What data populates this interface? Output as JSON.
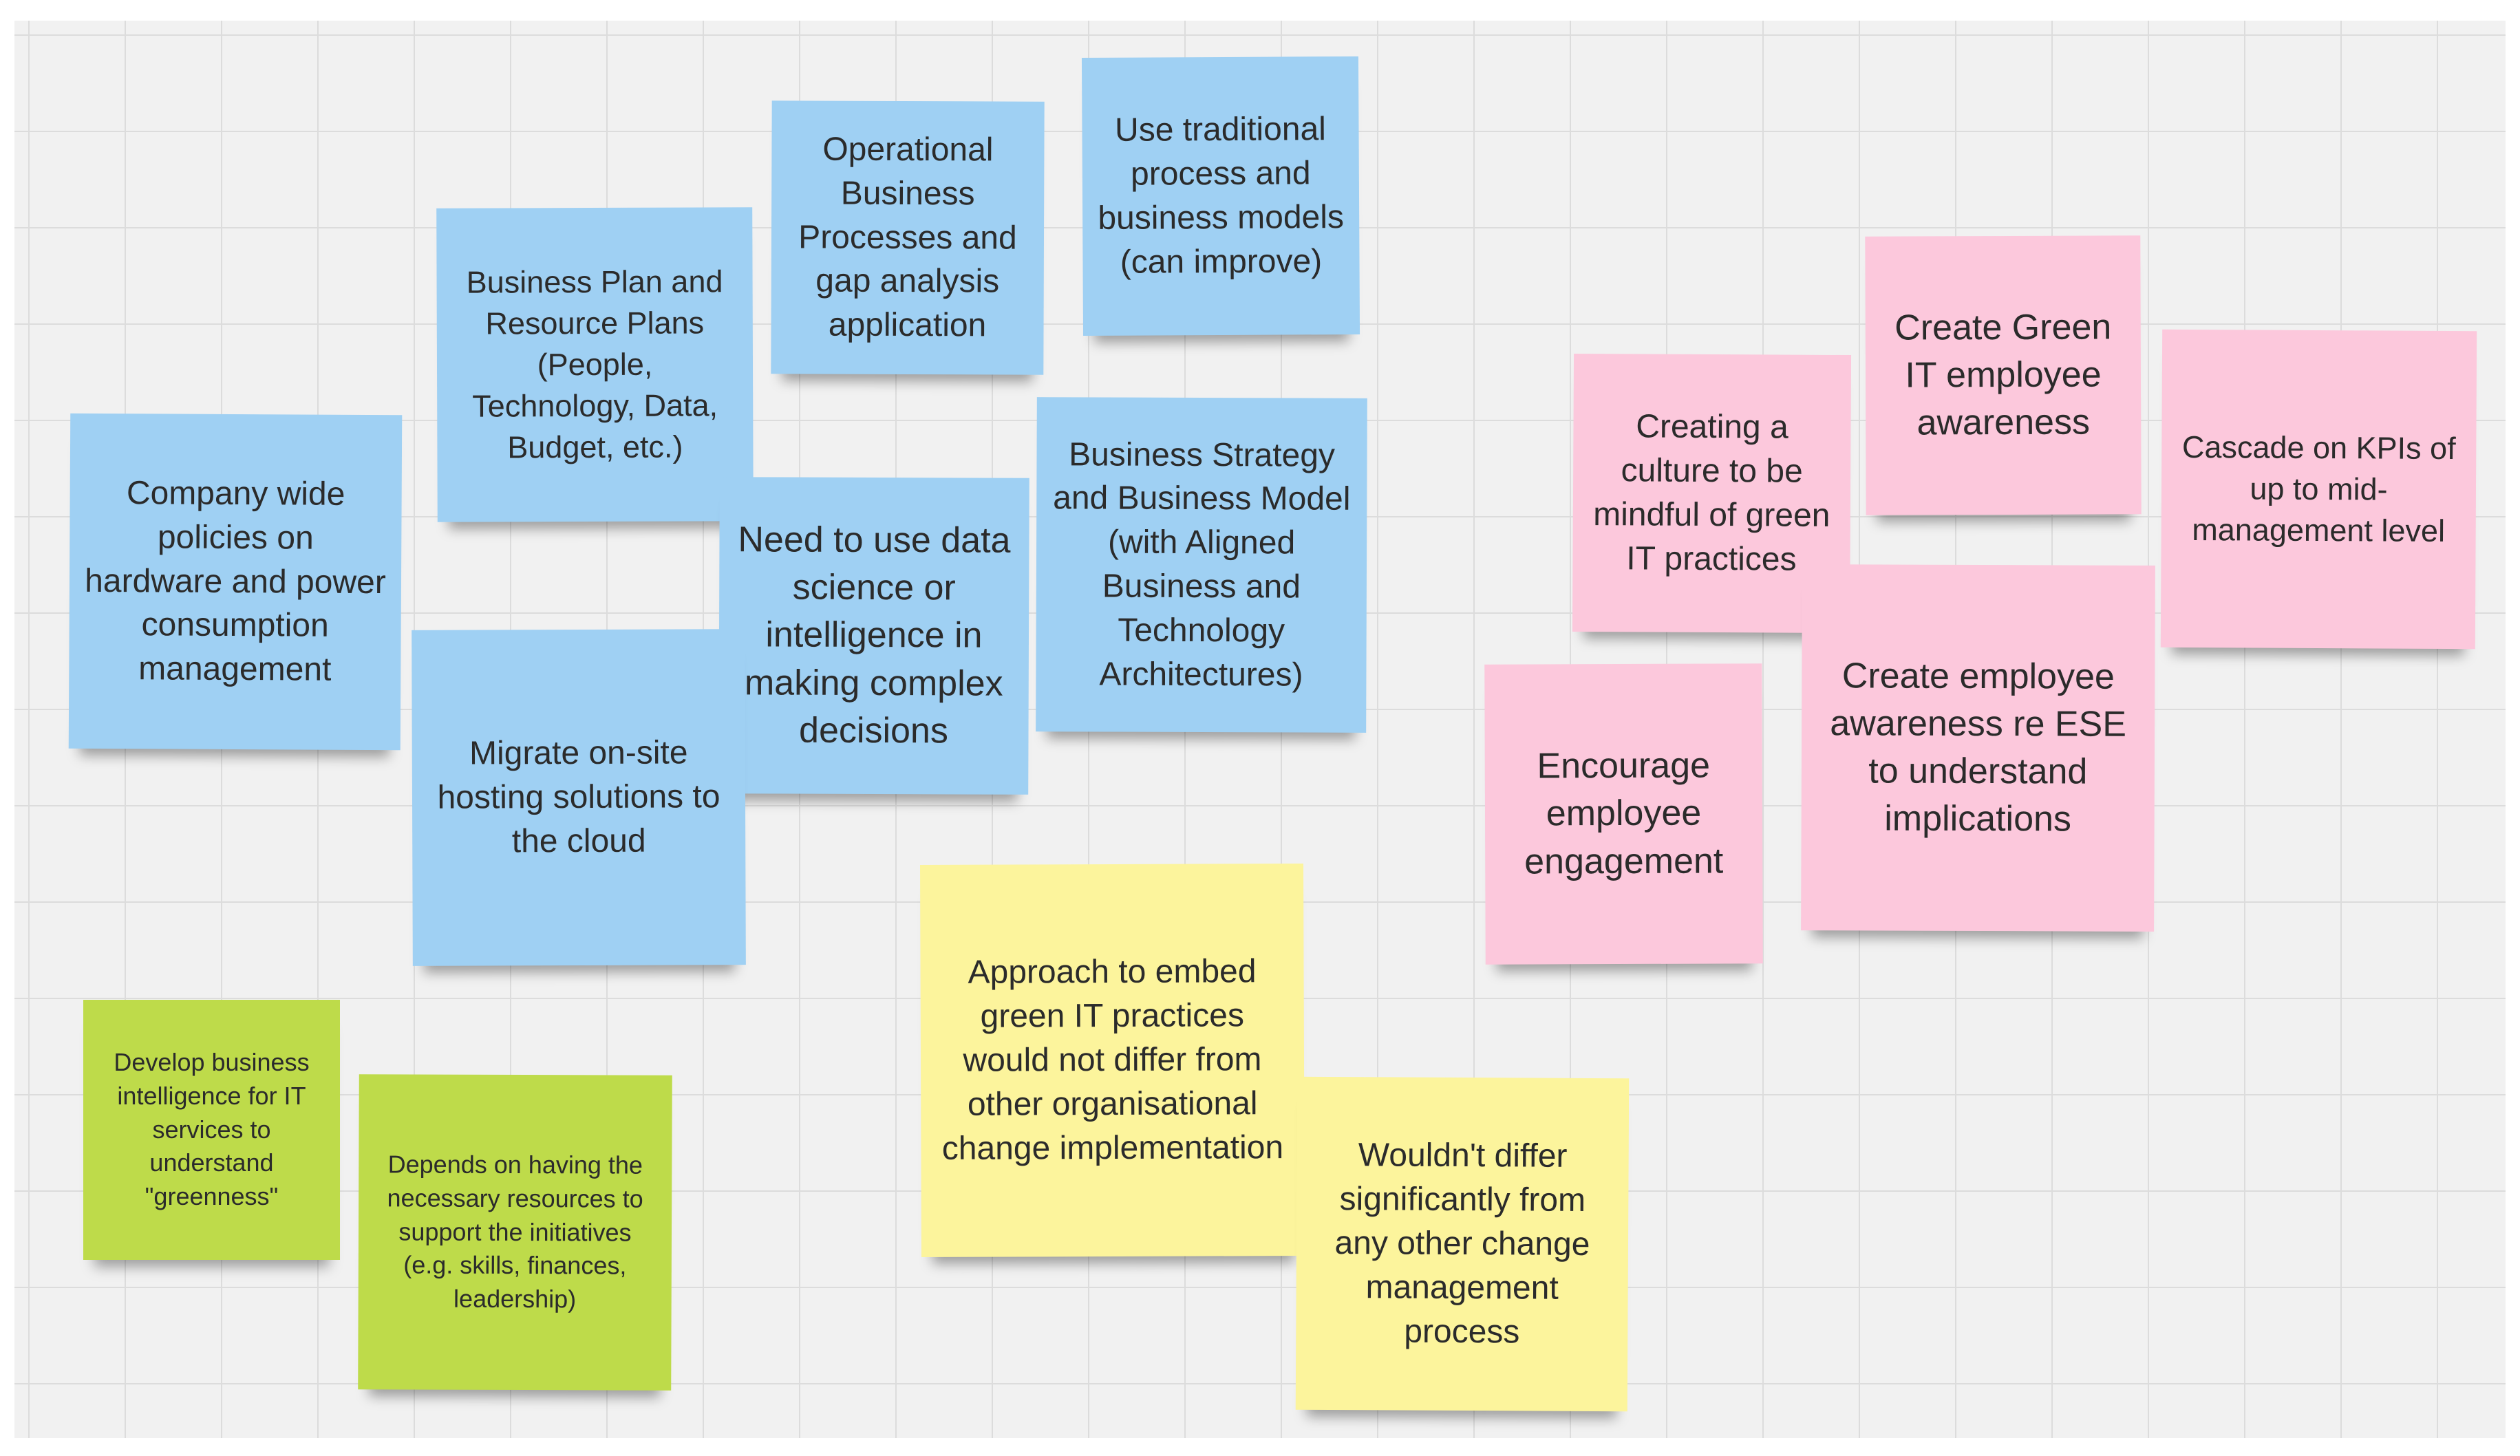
{
  "board": {
    "notes": [
      {
        "text": "Company wide policies on hardware and power consumption management",
        "color": "#9fd0f3"
      },
      {
        "text": "Business Plan and Resource Plans (People, Technology, Data, Budget, etc.)",
        "color": "#9fd0f3"
      },
      {
        "text": "Operational Business Processes and gap analysis application",
        "color": "#9fd0f3"
      },
      {
        "text": "Use traditional process and business models (can improve)",
        "color": "#9fd0f3"
      },
      {
        "text": "Need to use data science or intelligence in making complex decisions",
        "color": "#9fd0f3"
      },
      {
        "text": "Business Strategy and Business Model (with Aligned Business and Technology Architectures)",
        "color": "#9fd0f3"
      },
      {
        "text": "Migrate on-site hosting solutions to the cloud",
        "color": "#9fd0f3"
      },
      {
        "text": "Creating a culture  to be mindful of green IT practices",
        "color": "#fcc8dc"
      },
      {
        "text": "Create Green IT employee awareness",
        "color": "#fcc8dc"
      },
      {
        "text": "Cascade on KPIs of up to mid-management level",
        "color": "#fcc8dc"
      },
      {
        "text": "Encourage employee engagement",
        "color": "#fcc8dc"
      },
      {
        "text": "Create employee awareness re ESE to understand implications",
        "color": "#fcc8dc"
      },
      {
        "text": "Develop business intelligence for IT services to understand \"greenness\"",
        "color": "#bedb4a"
      },
      {
        "text": "Depends on having the necessary resources to support the initiatives (e.g. skills, finances, leadership)",
        "color": "#bedb4a"
      },
      {
        "text": "Approach to embed green IT practices would not differ from other organisational change implementation",
        "color": "#fcf49c"
      },
      {
        "text": "Wouldn't differ significantly from any other change management process",
        "color": "#fcf49c"
      }
    ]
  }
}
